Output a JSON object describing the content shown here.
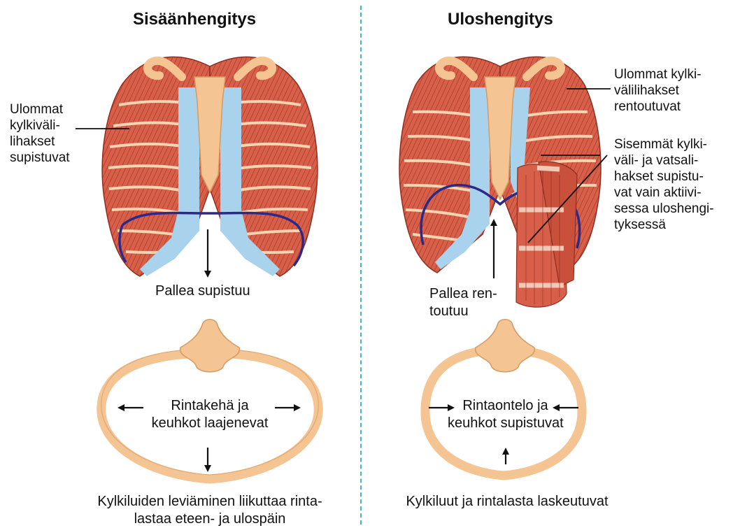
{
  "left": {
    "title": "Sisäänhengitys",
    "muscle_label": [
      "Ulommat",
      "kylkiväli-",
      "lihakset",
      "supistuvat"
    ],
    "diaphragm_label": "Pallea supistuu",
    "cross_label": [
      "Rintakehä ja",
      "keuhkot laajenevat"
    ],
    "caption": [
      "Kylkiluiden leviäminen liikuttaa rinta-",
      "lastaa eteen- ja ulospäin"
    ]
  },
  "right": {
    "title": "Uloshengitys",
    "outer_label": [
      "Ulommat kylki-",
      "välilihakset",
      "rentoutuvat"
    ],
    "inner_label": [
      "Sisemmät kylki-",
      "väli- ja vatsali-",
      "hakset supistu-",
      "vat vain aktiivi-",
      "sessa uloshengi-",
      "tyksessä"
    ],
    "diaphragm_label": [
      "Pallea ren-",
      "toutuu"
    ],
    "cross_label": [
      "Rintaontelo ja",
      "keuhkot supistuvat"
    ],
    "caption": [
      "Kylkiluut ja rintalasta laskeutuvat"
    ]
  },
  "colors": {
    "muscle": "#d8604a",
    "muscle_line": "#8e2d1f",
    "bone": "#f4c493",
    "cartilage": "#a9d3ec",
    "diaphragm": "#2c2a86",
    "divider": "#3fb6c9"
  }
}
